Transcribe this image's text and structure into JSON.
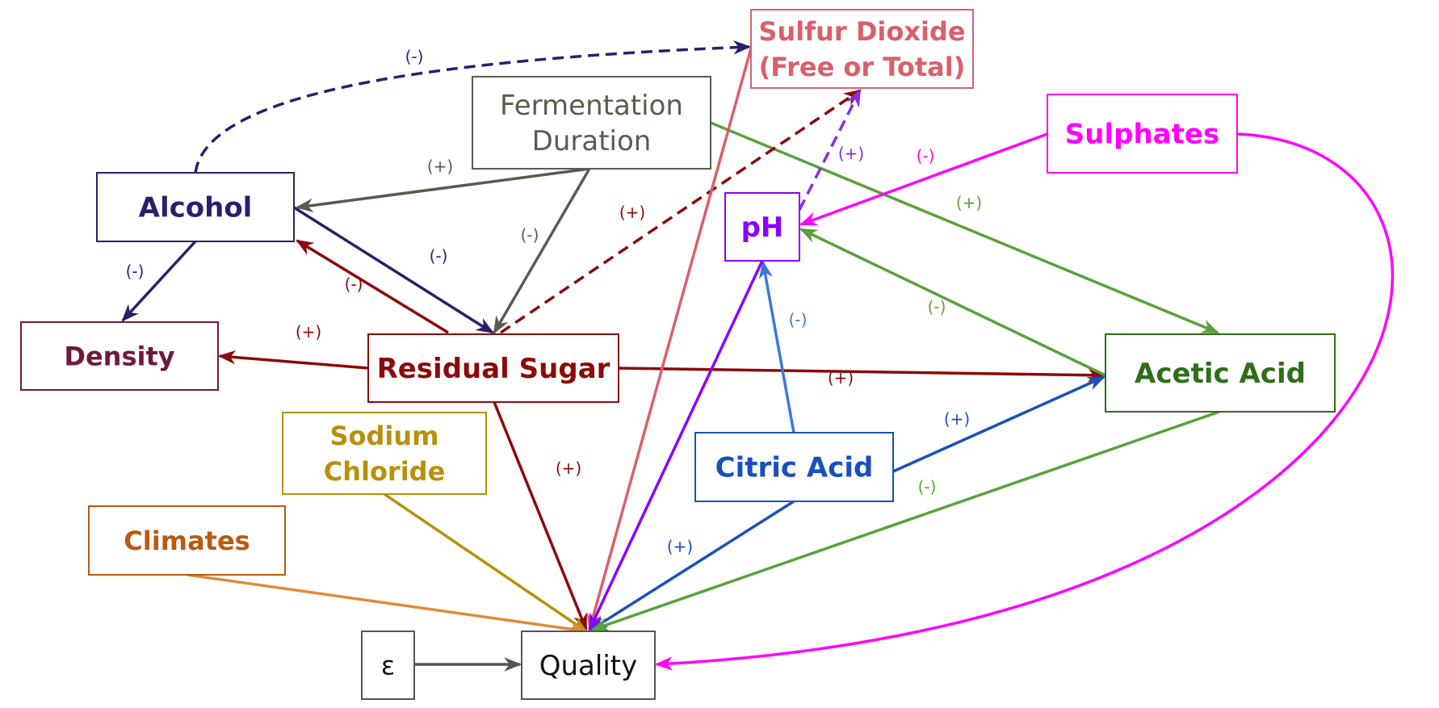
{
  "nodes": {
    "sulfur_dioxide": {
      "lines": [
        "Sulfur Dioxide",
        "(Free or Total)"
      ],
      "color": "#d9606a"
    },
    "fermentation_duration": {
      "lines": [
        "Fermentation",
        "Duration"
      ],
      "color": "#5a5a4e"
    },
    "sulphates": {
      "lines": [
        "Sulphates"
      ],
      "color": "#ff00ff"
    },
    "alcohol": {
      "lines": [
        "Alcohol"
      ],
      "color": "#2a1f6e"
    },
    "ph": {
      "lines": [
        "pH"
      ],
      "color": "#8a00ff"
    },
    "density": {
      "lines": [
        "Density"
      ],
      "color": "#6e1a3c"
    },
    "residual_sugar": {
      "lines": [
        "Residual Sugar"
      ],
      "color": "#8b0a0a"
    },
    "acetic_acid": {
      "lines": [
        "Acetic Acid"
      ],
      "color": "#2e6e1a"
    },
    "sodium_chloride": {
      "lines": [
        "Sodium",
        "Chloride"
      ],
      "color": "#b8900a"
    },
    "citric_acid": {
      "lines": [
        "Citric Acid"
      ],
      "color": "#1a4fbf"
    },
    "climates": {
      "lines": [
        "Climates"
      ],
      "color": "#b85a10"
    },
    "epsilon": {
      "lines": [
        "ε"
      ],
      "color": "#111111"
    },
    "quality": {
      "lines": [
        "Quality"
      ],
      "color": "#111111"
    }
  },
  "edges": [
    {
      "from": "alcohol",
      "to": "sulfur_dioxide",
      "sign": "(-)",
      "color": "#2a1f6e",
      "dashed": true
    },
    {
      "from": "fermentation_duration",
      "to": "alcohol",
      "sign": "(+)",
      "color": "#5a5a4e"
    },
    {
      "from": "fermentation_duration",
      "to": "residual_sugar",
      "sign": "(-)",
      "color": "#5a5a4e"
    },
    {
      "from": "fermentation_duration",
      "to": "acetic_acid",
      "sign": "(+)",
      "color": "#5aa03c"
    },
    {
      "from": "residual_sugar",
      "to": "sulfur_dioxide",
      "sign": "(+)",
      "color": "#8b0a0a",
      "dashed": true
    },
    {
      "from": "ph",
      "to": "sulfur_dioxide",
      "sign": "(+)",
      "color": "#8a2be2",
      "dashed": true
    },
    {
      "from": "sulphates",
      "to": "ph",
      "sign": "(-)",
      "color": "#ff00ff"
    },
    {
      "from": "alcohol",
      "to": "residual_sugar",
      "sign": "(-)",
      "color": "#2a1f6e"
    },
    {
      "from": "residual_sugar",
      "to": "alcohol",
      "sign": "(-)",
      "color": "#8b0a0a"
    },
    {
      "from": "alcohol",
      "to": "density",
      "sign": "(-)",
      "color": "#2a1f6e"
    },
    {
      "from": "residual_sugar",
      "to": "density",
      "sign": "(+)",
      "color": "#8b0a0a"
    },
    {
      "from": "residual_sugar",
      "to": "acetic_acid",
      "sign": "(+)",
      "color": "#8b0a0a"
    },
    {
      "from": "acetic_acid",
      "to": "ph",
      "sign": "(-)",
      "color": "#5aa03c"
    },
    {
      "from": "citric_acid",
      "to": "ph",
      "sign": "(-)",
      "color": "#3a78d8"
    },
    {
      "from": "citric_acid",
      "to": "acetic_acid",
      "sign": "(+)",
      "color": "#1a4fbf"
    },
    {
      "from": "residual_sugar",
      "to": "quality",
      "sign": "(+)",
      "color": "#8b0a0a"
    },
    {
      "from": "citric_acid",
      "to": "quality",
      "sign": "(+)",
      "color": "#1a4fbf"
    },
    {
      "from": "acetic_acid",
      "to": "quality",
      "sign": "(-)",
      "color": "#5aa03c"
    },
    {
      "from": "sulfur_dioxide",
      "to": "quality",
      "sign": "",
      "color": "#d9606a"
    },
    {
      "from": "ph",
      "to": "quality",
      "sign": "",
      "color": "#8a00ff"
    },
    {
      "from": "sodium_chloride",
      "to": "quality",
      "sign": "",
      "color": "#b8900a"
    },
    {
      "from": "climates",
      "to": "quality",
      "sign": "",
      "color": "#e08a3a"
    },
    {
      "from": "sulphates",
      "to": "quality",
      "sign": "",
      "color": "#ff00ff"
    },
    {
      "from": "epsilon",
      "to": "quality",
      "sign": "",
      "color": "#555555"
    }
  ]
}
